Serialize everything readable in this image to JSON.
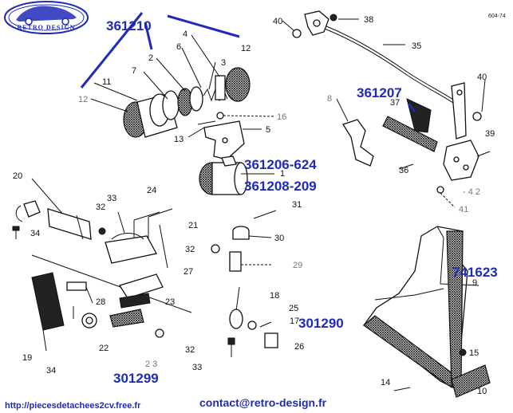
{
  "logo": {
    "text": "RETRO DESIGN"
  },
  "drawing_code": "604-74",
  "references": {
    "r361210": "361210",
    "r361207": "361207",
    "r361206": "361206-624",
    "r361208": "361208-209",
    "r741623": "741623",
    "r301290": "301290",
    "r301299": "301299"
  },
  "labels": {
    "n1": "1",
    "n2": "2",
    "n3": "3",
    "n4": "4",
    "n5": "5",
    "n6": "6",
    "n7": "7",
    "n8": "8",
    "n9": "9",
    "n10": "10",
    "n11": "11",
    "n12a": "12",
    "n12b": "12",
    "n13": "13",
    "n14": "14",
    "n15": "15",
    "n16": "16",
    "n17": "17",
    "n18": "18",
    "n19": "19",
    "n20": "20",
    "n21": "21",
    "n22": "22",
    "n23a": "2 3",
    "n23b": "23",
    "n24": "24",
    "n25": "25",
    "n26": "26",
    "n27": "27",
    "n28": "28",
    "n29": "29",
    "n30": "30",
    "n31": "31",
    "n32a": "32",
    "n32b": "32",
    "n32c": "32",
    "n33a": "33",
    "n33b": "33",
    "n34a": "34",
    "n34b": "34",
    "n35": "35",
    "n36": "36",
    "n37": "37",
    "n38": "38",
    "n39": "39",
    "n40a": "40",
    "n40b": "40",
    "n41": "41",
    "n42": "- 4 2"
  },
  "footer": {
    "website": "http://piecesdetachees2cv.free.fr",
    "email": "contact@retro-design.fr"
  },
  "colors": {
    "reference": "#1f2bb8",
    "line": "#111111"
  }
}
